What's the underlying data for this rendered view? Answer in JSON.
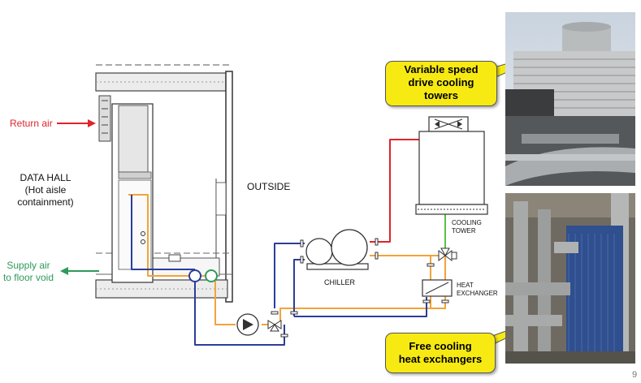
{
  "labels": {
    "return_air": "Return air",
    "data_hall_line1": "DATA HALL",
    "data_hall_line2": "(Hot aisle",
    "data_hall_line3": "containment)",
    "outside": "OUTSIDE",
    "supply_air_line1": "Supply air",
    "supply_air_line2": "to floor void",
    "chiller": "CHILLER",
    "cooling_tower_line1": "COOLING",
    "cooling_tower_line2": "TOWER",
    "heat_exchanger_line1": "HEAT",
    "heat_exchanger_line2": "EXCHANGER"
  },
  "callouts": {
    "cooling_towers": [
      "Variable speed",
      "drive cooling",
      "towers"
    ],
    "heat_exchangers": [
      "Free cooling",
      "heat exchangers"
    ]
  },
  "slide_number": "9",
  "colors": {
    "return_air_arrow": "#e0242b",
    "supply_air_arrow": "#2e9a5a",
    "hot_pipe": "#e0242b",
    "cold_pipe": "#2b3e9a",
    "condenser_pipe": "#f2a33a",
    "tower_pipe": "#5cc04a",
    "callout_fill": "#f7ea13"
  }
}
